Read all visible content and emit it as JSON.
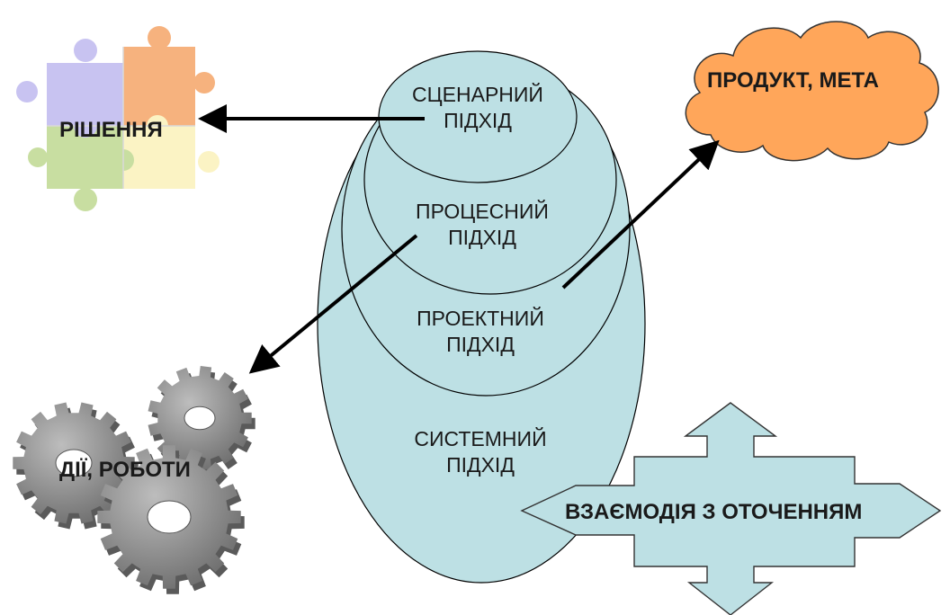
{
  "diagram": {
    "approaches": [
      {
        "line1": "СЦЕНАРНИЙ",
        "line2": "ПІДХІД"
      },
      {
        "line1": "ПРОЦЕСНИЙ",
        "line2": "ПІДХІД"
      },
      {
        "line1": "ПРОЕКТНИЙ",
        "line2": "ПІДХІД"
      },
      {
        "line1": "СИСТЕМНИЙ",
        "line2": "ПІДХІД"
      }
    ],
    "solutions_label": "РІШЕННЯ",
    "product_label": "ПРОДУКТ, МЕТА",
    "actions_label": "ДІЇ, РОБОТИ",
    "interaction_label": "ВЗАЄМОДІЯ З ОТОЧЕННЯМ",
    "icons": {
      "solutions": "puzzle-icon",
      "product": "cloud-icon",
      "actions": "gears-icon",
      "interaction": "four-way-arrow-icon"
    },
    "colors": {
      "ellipse_fill": "#bde0e4",
      "cloud_fill": "#ffa65a",
      "gear_fill": "#8f8f8f",
      "arrow_fill": "#bde0e4",
      "puzzle_purple": "#c8c3f1",
      "puzzle_orange": "#f6b27e",
      "puzzle_green": "#c8dea1",
      "puzzle_yellow": "#fbf3c4"
    }
  }
}
